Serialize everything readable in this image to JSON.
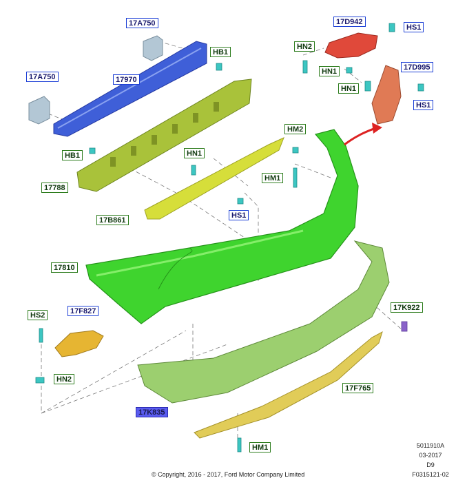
{
  "callouts": {
    "c17A750_top": "17A750",
    "c17A750_left": "17A750",
    "c17970": "17970",
    "cHB1_top": "HB1",
    "cHB1_bottom": "HB1",
    "c17788": "17788",
    "cHN1_mid": "HN1",
    "c17B861": "17B861",
    "cHS1_mid": "HS1",
    "cHM2": "HM2",
    "cHM1_right": "HM1",
    "c17D942": "17D942",
    "cHS1_topright": "HS1",
    "cHN2_top": "HN2",
    "cHN1_topa": "HN1",
    "c17D995": "17D995",
    "cHN1_topb": "HN1",
    "cHS1_right": "HS1",
    "c17810": "17810",
    "cHS2": "HS2",
    "c17F827": "17F827",
    "cHN2_bottom": "HN2",
    "c17K922": "17K922",
    "c17K835": "17K835",
    "c17F765": "17F765",
    "cHM1_bottom": "HM1"
  },
  "meta": {
    "code1": "5011910A",
    "date": "03-2017",
    "code2": "D9",
    "code3": "F0315121-02"
  },
  "copyright": "© Copyright, 2016 - 2017, Ford Motor Company Limited",
  "colors": {
    "reinforcement": "#3f5fd8",
    "absorber": "#a9c23a",
    "lower_absorber": "#d6de3a",
    "bumper_cover": "#3fd42e",
    "lower_cover": "#9ccf6f",
    "valance": "#e1cc58",
    "bracket_red": "#e0493a",
    "bracket_orange": "#e07a55",
    "clip_teal": "#3cc6c2",
    "bracket_grey": "#a9c0cf",
    "bracket_gold": "#e6b532",
    "clip_purple": "#8a62c9"
  }
}
